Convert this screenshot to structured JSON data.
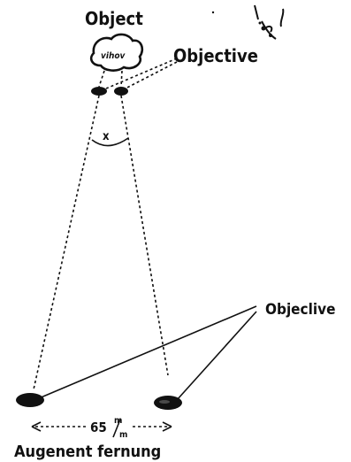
{
  "diagram": {
    "labels": {
      "object": "Object",
      "objective_top": "Objective",
      "objective_right": "Objeclive",
      "angle": "x",
      "distance_number": "65",
      "distance_unit_top": "m",
      "distance_unit_bottom": "m",
      "eye_distance": "Augenent fernung",
      "object_scribble": "vihov"
    }
  }
}
